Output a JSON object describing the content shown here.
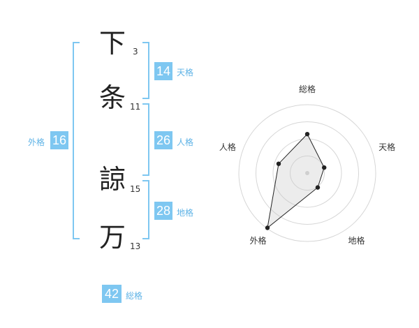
{
  "name": {
    "chars": [
      {
        "char": "下",
        "strokes": "3"
      },
      {
        "char": "条",
        "strokes": "11"
      },
      {
        "char": "諒",
        "strokes": "15"
      },
      {
        "char": "万",
        "strokes": "13"
      }
    ]
  },
  "kaku": {
    "tenkaku": {
      "value": "14",
      "label": "天格"
    },
    "jinkaku": {
      "value": "26",
      "label": "人格"
    },
    "chikaku": {
      "value": "28",
      "label": "地格"
    },
    "gaikaku": {
      "value": "16",
      "label": "外格"
    },
    "soukaku": {
      "value": "42",
      "label": "総格"
    }
  },
  "colors": {
    "accent": "#7ec7f1",
    "accent_text": "#5fb3e6"
  },
  "radar": {
    "axes": [
      "総格",
      "天格",
      "地格",
      "外格",
      "人格"
    ],
    "values": [
      0.57,
      0.26,
      0.26,
      0.99,
      0.44
    ],
    "rings": 4
  }
}
